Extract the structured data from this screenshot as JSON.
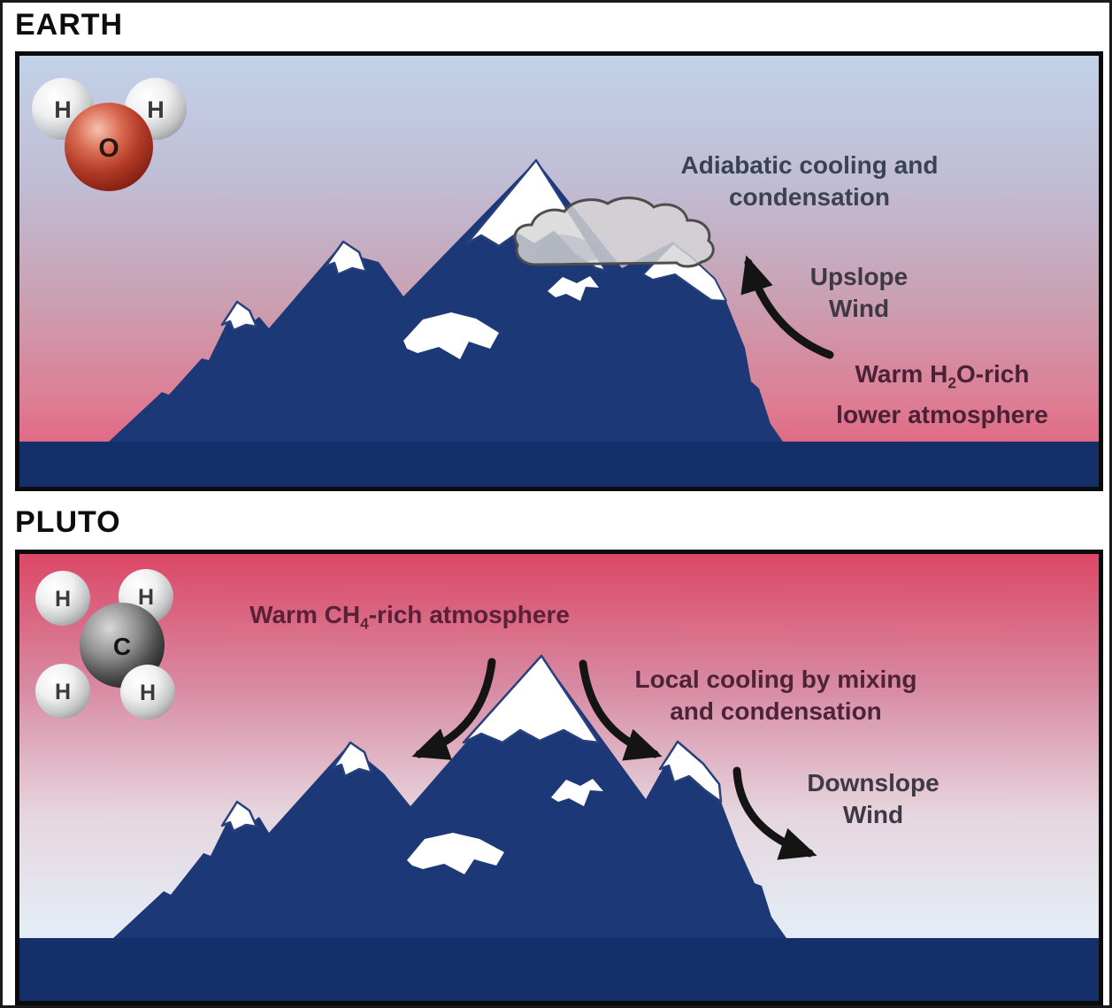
{
  "earth": {
    "title": "EARTH",
    "labels": {
      "adiabatic_line1": "Adiabatic cooling and",
      "adiabatic_line2": "condensation",
      "upslope_line1": "Upslope",
      "upslope_line2": "Wind",
      "warm_pre": "Warm H",
      "warm_sub": "2",
      "warm_post": "O-rich",
      "warm_line2": "lower atmosphere"
    },
    "molecule": {
      "name": "water molecule H2O",
      "center_label": "O",
      "h_label": "H"
    }
  },
  "pluto": {
    "title": "PLUTO",
    "labels": {
      "warm_pre": "Warm CH",
      "warm_sub": "4",
      "warm_post": "-rich atmosphere",
      "local_line1": "Local cooling by mixing",
      "local_line2": "and condensation",
      "downslope_line1": "Downslope",
      "downslope_line2": "Wind"
    },
    "molecule": {
      "name": "methane molecule CH4",
      "center_label": "C",
      "h_label": "H"
    }
  },
  "colors": {
    "mountain_navy": "#1c3877",
    "ground_navy": "#142f6a",
    "snow_white": "#ffffff",
    "snow_outline": "#28407c",
    "arrow_black": "#141414",
    "cloud_gray": "#d6d6d6",
    "cloud_outline": "#4d4d4d",
    "earth_sky_top": "#c2d2e8",
    "earth_sky_bottom": "#e25672",
    "pluto_sky_top": "#dc4766",
    "pluto_sky_bottom": "#dfe9f2",
    "oxygen_red": "#b23a26",
    "carbon_gray": "#555555",
    "hydrogen_white": "#f2f2f2"
  }
}
